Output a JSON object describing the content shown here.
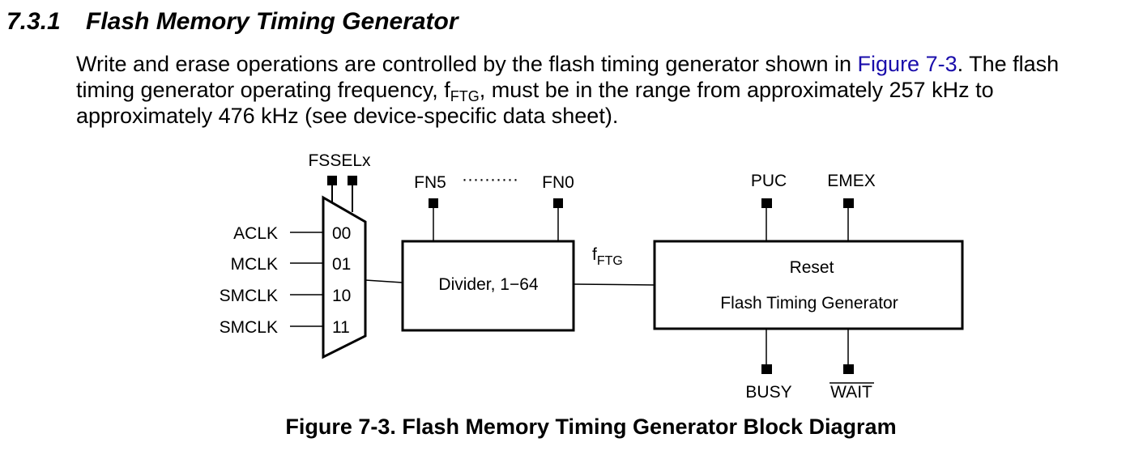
{
  "section": {
    "number": "7.3.1",
    "title": "Flash Memory Timing Generator"
  },
  "paragraph": {
    "l1_pre": "Write and erase operations are controlled by the flash timing generator shown in ",
    "l1_link": "Figure 7-3",
    "l1_post": ". The flash",
    "l2_pre": "timing generator operating frequency, f",
    "l2_sub": "FTG",
    "l2_post": ", must be in the range from approximately 257 kHz to",
    "l3": "approximately 476 kHz (see device-specific data sheet)."
  },
  "diagram": {
    "mux_select": "FSSELx",
    "clock_inputs": [
      "ACLK",
      "MCLK",
      "SMCLK",
      "SMCLK"
    ],
    "mux_codes": [
      "00",
      "01",
      "10",
      "11"
    ],
    "divider_bits_left": "FN5",
    "divider_bits_dots": "··········",
    "divider_bits_right": "FN0",
    "divider_label": "Divider, 1−64",
    "signal_f": "f",
    "signal_sub": "FTG",
    "generator_reset": "Reset",
    "generator_label": "Flash Timing Generator",
    "input_puc": "PUC",
    "input_emex": "EMEX",
    "output_busy": "BUSY",
    "output_wait": "WAIT"
  },
  "caption": "Figure 7-3. Flash Memory Timing Generator Block Diagram"
}
